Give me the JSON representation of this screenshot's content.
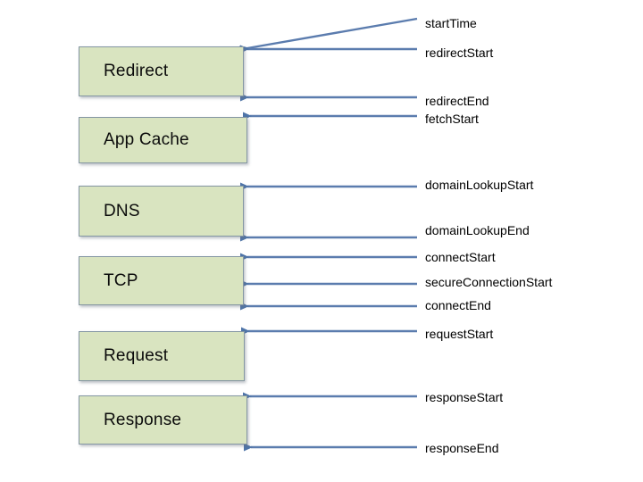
{
  "diagram": {
    "boxes": [
      {
        "label": "Redirect"
      },
      {
        "label": "App Cache"
      },
      {
        "label": "DNS"
      },
      {
        "label": "TCP"
      },
      {
        "label": "Request"
      },
      {
        "label": "Response"
      }
    ],
    "markers": [
      {
        "label": "startTime",
        "target": "Redirect",
        "edge": "top",
        "line": "diagonal"
      },
      {
        "label": "redirectStart",
        "target": "Redirect",
        "edge": "top",
        "line": "horizontal"
      },
      {
        "label": "redirectEnd",
        "target": "Redirect",
        "edge": "bottom",
        "line": "horizontal"
      },
      {
        "label": "fetchStart",
        "target": "App Cache",
        "edge": "top",
        "line": "horizontal"
      },
      {
        "label": "domainLookupStart",
        "target": "DNS",
        "edge": "top",
        "line": "horizontal"
      },
      {
        "label": "domainLookupEnd",
        "target": "DNS",
        "edge": "bottom",
        "line": "horizontal"
      },
      {
        "label": "connectStart",
        "target": "TCP",
        "edge": "top",
        "line": "horizontal"
      },
      {
        "label": "secureConnectionStart",
        "target": "TCP",
        "edge": "middle",
        "line": "horizontal"
      },
      {
        "label": "connectEnd",
        "target": "TCP",
        "edge": "bottom",
        "line": "horizontal"
      },
      {
        "label": "requestStart",
        "target": "Request",
        "edge": "top",
        "line": "horizontal"
      },
      {
        "label": "responseStart",
        "target": "Response",
        "edge": "top",
        "line": "horizontal"
      },
      {
        "label": "responseEnd",
        "target": "Response",
        "edge": "bottom",
        "line": "horizontal"
      }
    ],
    "colors": {
      "box_fill": "#d9e4c0",
      "box_border": "#8496a3",
      "arrow": "#5b7cae",
      "text": "#000000",
      "background": "#ffffff"
    }
  }
}
